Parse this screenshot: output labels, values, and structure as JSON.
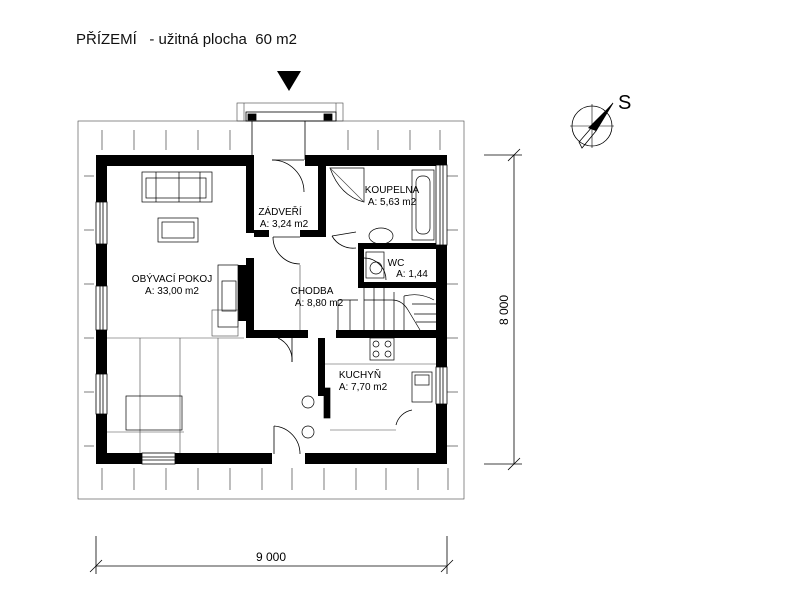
{
  "title": "PŘÍZEMÍ   - užitná plocha  60 m2",
  "north_label": "S",
  "dimensions": {
    "width": "9 000",
    "depth": "8 000"
  },
  "rooms": [
    {
      "id": "obyvaci",
      "name": "OBÝVACÍ POKOJ",
      "area": "A: 33,00 m2"
    },
    {
      "id": "zadveri",
      "name": "ZÁDVEŘÍ",
      "area": "A: 3,24 m2"
    },
    {
      "id": "koupelna",
      "name": "KOUPELNA",
      "area": "A: 5,63 m2"
    },
    {
      "id": "wc",
      "name": "WC",
      "area": "A: 1,44"
    },
    {
      "id": "chodba",
      "name": "CHODBA",
      "area": "A: 8,80 m2"
    },
    {
      "id": "kuchyn",
      "name": "KUCHYŇ",
      "area": "A: 7,70 m2"
    }
  ]
}
